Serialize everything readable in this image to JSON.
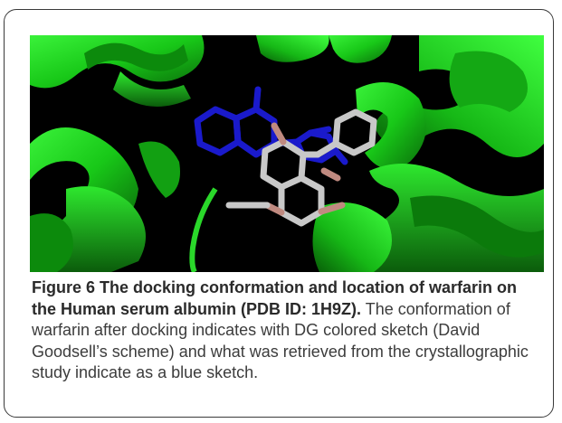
{
  "figure": {
    "label": "Figure 6",
    "title": "The docking conformation and location of warfarin on the Human serum albumin (PDB ID: 1H9Z).",
    "caption_body": "The conformation of warfarin after docking indicates with DG colored sketch (David Goodsell’s scheme) and what was retrieved from the crystallographic study indicate as a blue sketch."
  },
  "colors": {
    "ribbon_green": "#1ee01e",
    "ribbon_dark": "#0a7a0a",
    "crystal_blue": "#1a1acc",
    "docked_gray": "#c8c8c8",
    "docked_pink": "#c08a80",
    "background": "#000000"
  }
}
